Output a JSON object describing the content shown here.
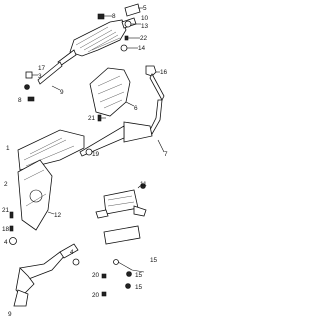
{
  "diagram": {
    "callouts": [
      {
        "id": "c8a",
        "text": "8"
      },
      {
        "id": "c5",
        "text": "5"
      },
      {
        "id": "c10",
        "text": "10"
      },
      {
        "id": "c13",
        "text": "13"
      },
      {
        "id": "c22",
        "text": "22"
      },
      {
        "id": "c14",
        "text": "14"
      },
      {
        "id": "c17",
        "text": "17"
      },
      {
        "id": "c3",
        "text": "3"
      },
      {
        "id": "c9",
        "text": "9"
      },
      {
        "id": "c8b",
        "text": "8"
      },
      {
        "id": "c6",
        "text": "6"
      },
      {
        "id": "c16",
        "text": "16"
      },
      {
        "id": "c21",
        "text": "21"
      },
      {
        "id": "c7",
        "text": "7"
      },
      {
        "id": "c1",
        "text": "1"
      },
      {
        "id": "c19",
        "text": "19"
      },
      {
        "id": "c2",
        "text": "2"
      },
      {
        "id": "c11",
        "text": "11"
      },
      {
        "id": "c21b",
        "text": "21"
      },
      {
        "id": "c12",
        "text": "12"
      },
      {
        "id": "c18",
        "text": "18"
      },
      {
        "id": "c4",
        "text": "4"
      },
      {
        "id": "c20",
        "text": "20"
      },
      {
        "id": "c15a",
        "text": "15"
      },
      {
        "id": "c15b",
        "text": "15"
      },
      {
        "id": "c15c",
        "text": "15"
      },
      {
        "id": "c20b",
        "text": "20"
      },
      {
        "id": "c9b",
        "text": "9"
      },
      {
        "id": "c4b",
        "text": "4"
      }
    ]
  }
}
